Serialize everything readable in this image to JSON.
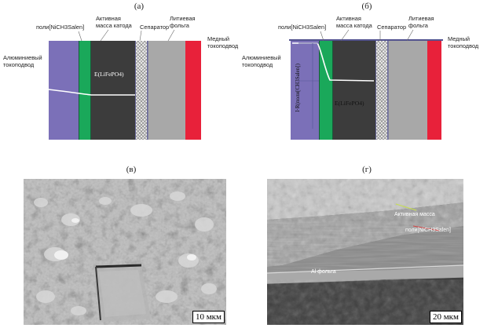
{
  "panels": {
    "a": {
      "letter": "(а)",
      "labels": {
        "active_mass": "Активная\nмасса катода",
        "poly": "поли[NiCH3Salen]",
        "separator": "Сепаратор",
        "cast_foil": "Литиевая\nфольга",
        "copper_collector": "Медный\nтокоподвод",
        "aluminium_collector": "Алюминиевый\nтокоподвод",
        "potential": "E(LiFePO4)"
      }
    },
    "b": {
      "letter": "(б)",
      "labels": {
        "active_mass": "Активная\nмасса катода",
        "poly": "поли[NiCH3Salen]",
        "separator": "Сепаратор",
        "cast_foil": "Литиевая\nфольга",
        "copper_collector": "Медный\nтокоподвод",
        "aluminium_collector": "Алюминиевый\nтокоподвод",
        "potential": "E(LiFePO4)",
        "ir_drop": "I·R(поли[CH3Salen])"
      }
    },
    "c": {
      "letter": "(в)",
      "scale": "10 мкм"
    },
    "d": {
      "letter": "(г)",
      "scale": "20 мкм",
      "annotations": {
        "active_mass": "Активная масса",
        "poly": "поли[NiCH3Salen]",
        "al_foil": "Al фольга"
      }
    }
  },
  "colors": {
    "aluminium": "#7b70b8",
    "poly": "#1aa85a",
    "active_mass": "#3c3c3c",
    "lithium": "#a8a8a8",
    "copper": "#e8213a",
    "potential_line": "#ffffff"
  }
}
